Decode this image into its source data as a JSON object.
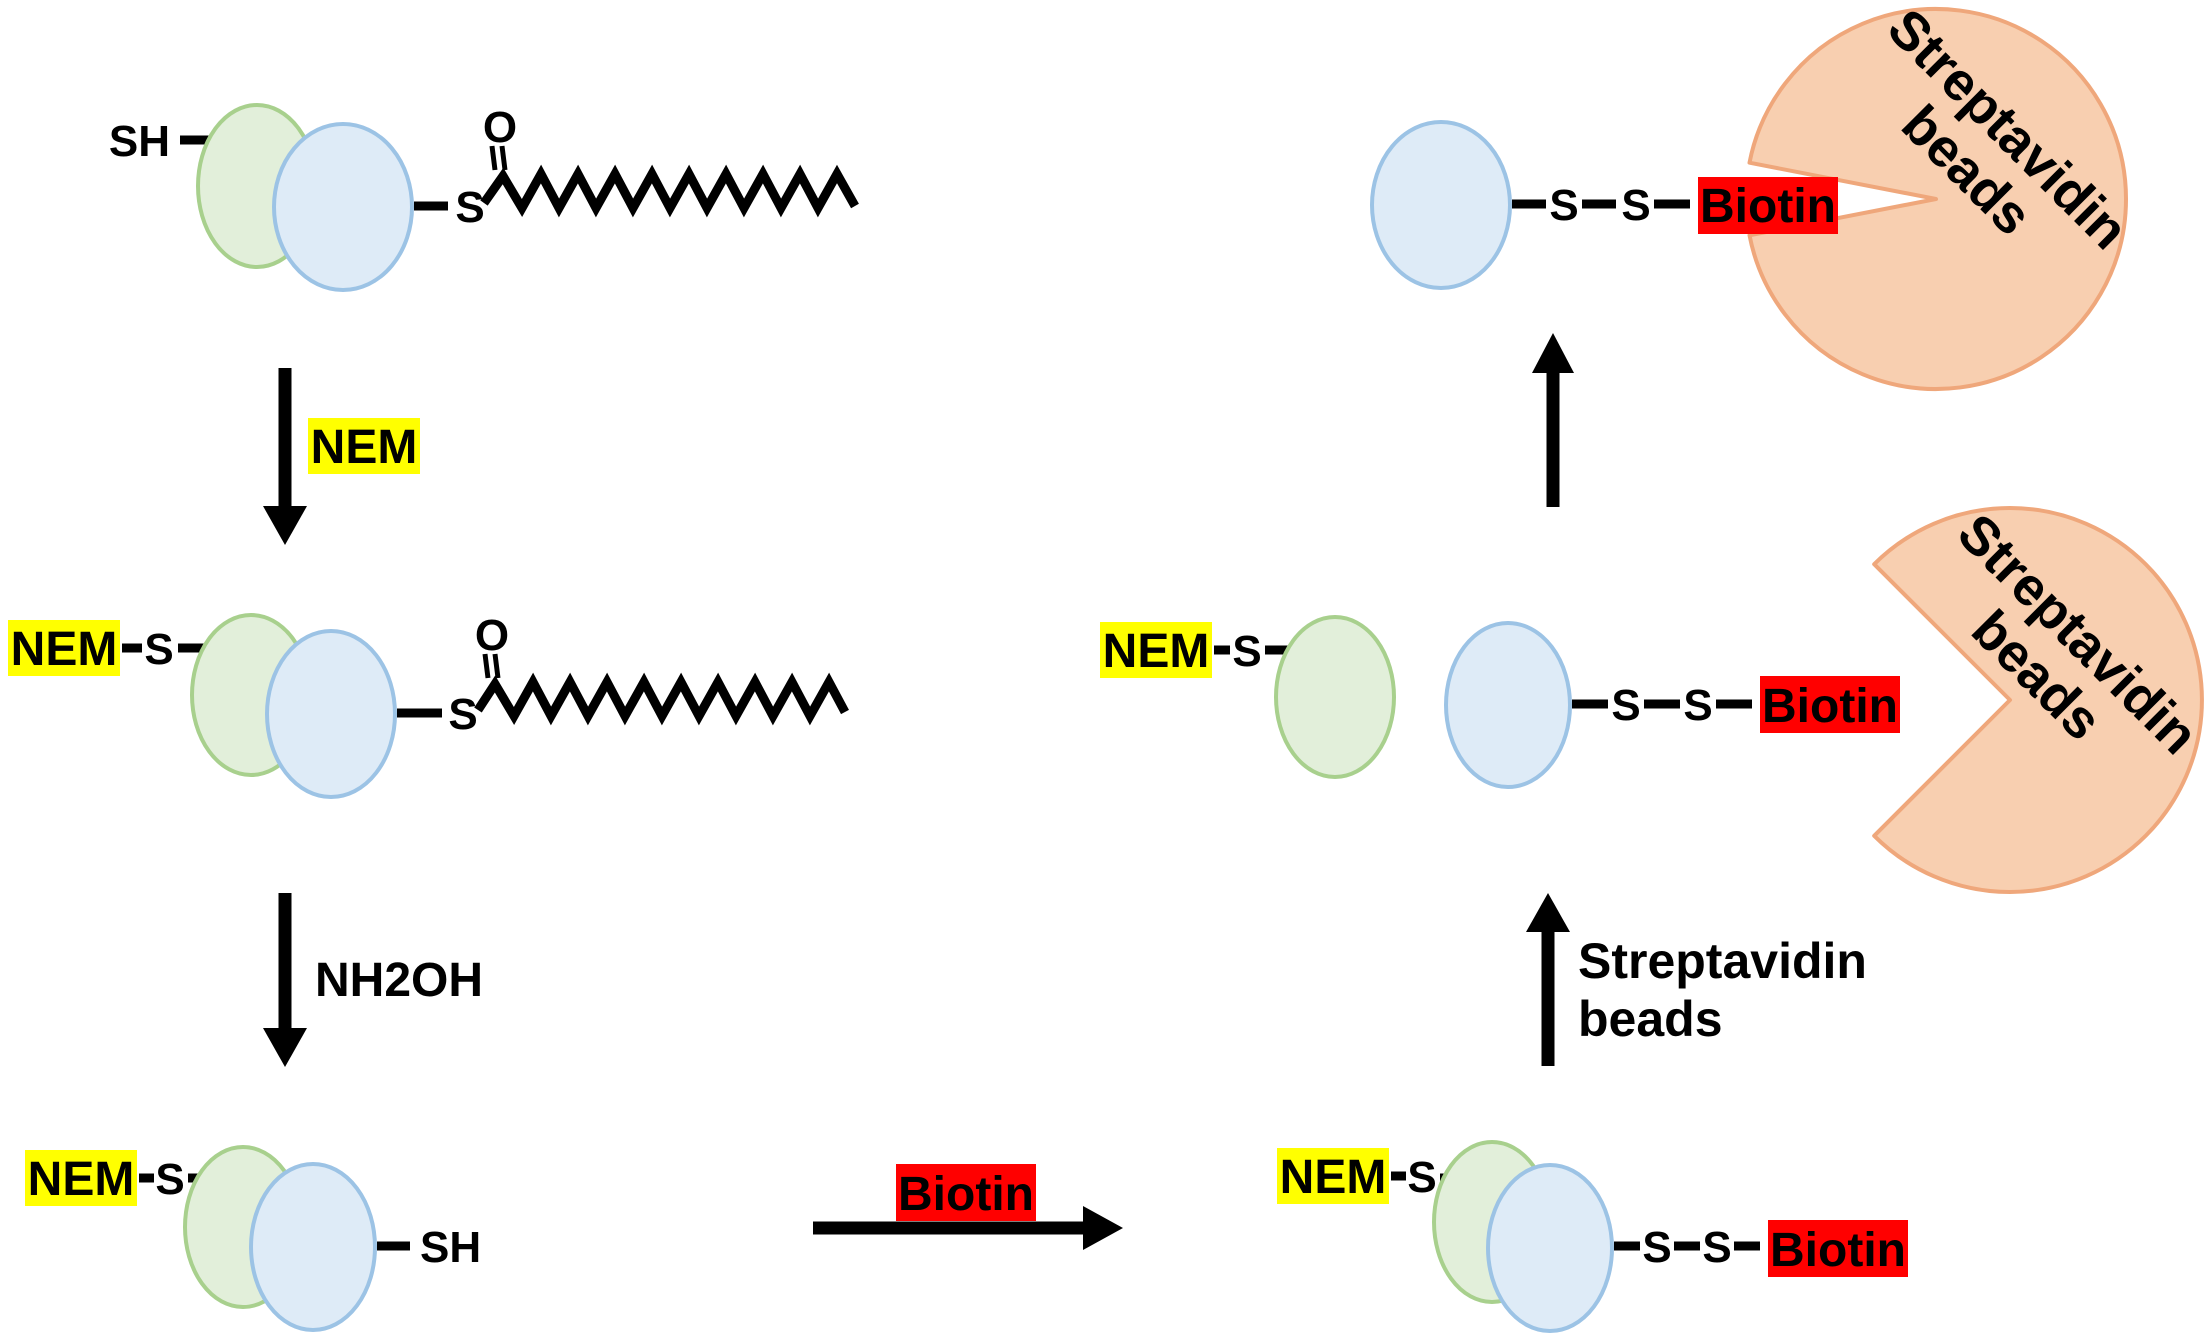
{
  "labels": {
    "free_thiol": "SH",
    "sulfur": "S",
    "carbonyl_oxygen": "O",
    "nem": "NEM",
    "hydroxylamine": "NH2OH",
    "biotin": "Biotin",
    "streptavidin_line1": "Streptavidin",
    "streptavidin_line2": "beads"
  },
  "colors": {
    "nem_highlight": "#FFFF00",
    "biotin_highlight": "#FF0000",
    "protein_green_fill": "#E2EFDA",
    "protein_green_stroke": "#A8D08D",
    "protein_blue_fill": "#DEEBF7",
    "protein_blue_stroke": "#9CC3E5",
    "streptavidin_bead_fill": "#F8CFB0",
    "streptavidin_bead_stroke": "#EFA77B",
    "line_color": "#000000"
  }
}
